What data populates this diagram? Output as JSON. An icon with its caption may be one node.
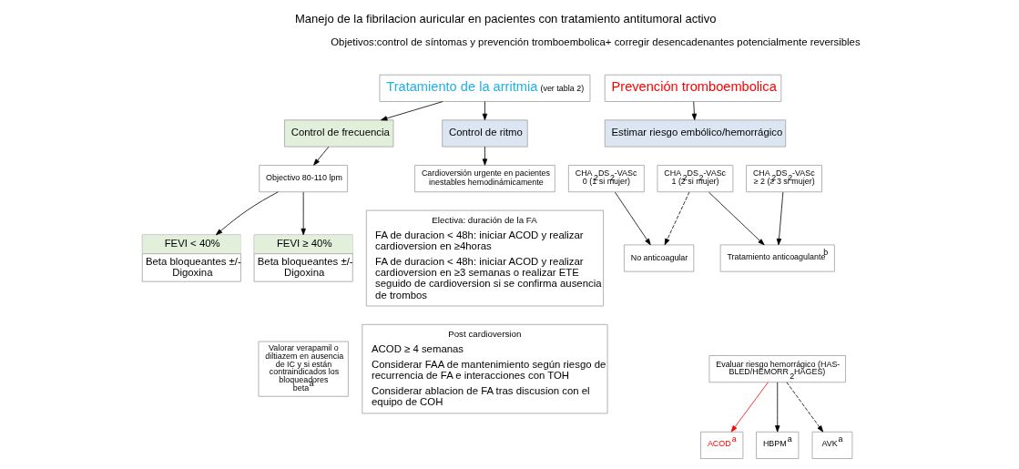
{
  "diagram": {
    "title": "Manejo de la fibrilacion auricular en pacientes con tratamiento antitumoral activo",
    "nodes": [
      {
        "text": [
          "Tratamiento de la arritmia",
          "(ver tabla 2)"
        ]
      },
      {
        "text": [
          "Control de frecuencia"
        ]
      },
      {
        "text": [
          "Control de ritmo"
        ]
      },
      {
        "text": [
          "Objectivo 80-110 lpm"
        ]
      },
      {
        "text": [
          "FEVI < 40%",
          "Beta bloqueantes ±/- Digoxina"
        ]
      },
      {
        "text": [
          "FEVI ≥ 40%",
          "Beta bloqueantes ±/- Digoxina"
        ]
      },
      {
        "text": [
          "Valorar verapamil o diltiazem en ausencia de IC y si están contraindicados los bloqueadores beta$^{a}$"
        ]
      },
      {
        "text": [
          "Cardioversión urgente en pacientes inestables hemodinámicamente"
        ]
      },
      {
        "text": [
          "Electiva: duración de la FA",
          "FA de duracion < 48h: iniciar ACOD y realizar cardioversion en ≥4horas",
          "FA de duracion < 48h: iniciar ACOD y realizar cardioversion en ≥3 semanas o realizar ETE seguido de cardioversion si se confirma ausencia de trombos"
        ]
      },
      {
        "text": [
          "Post cardioversion",
          "ACOD ≥ 4 semanas",
          "Considerar FAA de mantenimiento según riesgo de recurrencia de FA e interacciones con TOH",
          "Considerar ablacion de FA tras discusion con el equipo de COH"
        ]
      },
      {
        "text": [
          "Prevención tromboembolica"
        ]
      },
      {
        "text": [
          "Estimar riesgo embólico/hemorrágico"
        ]
      },
      {
        "text": [
          "CHA$_{2}$DS$_{2}$-VASc 0 (1 si mujer)"
        ]
      },
      {
        "text": [
          "CHA$_{2}$DS$_{2}$-VASc 1 (2 si mujer)"
        ]
      },
      {
        "text": [
          "CHA$_{2}$DS$_{2}$-VASc ≥ 2 (≥ 3 si mujer)"
        ]
      },
      {
        "text": [
          "No anticoagular"
        ]
      },
      {
        "text": [
          "Tratamiento anticoagulante$^{b}$"
        ]
      },
      {
        "text": [
          "Evaluar riesgo hemorrágico (HAS-BLED/HEMORR$_{2}$HAGES)"
        ]
      },
      {
        "text": [
          "ACOD$^{a}$"
        ]
      },
      {
        "text": [
          "HBPM$^{a}$"
        ]
      },
      {
        "text": [
          "AVK$^{a}$"
        ]
      }
    ],
    "edges": [
      {
        "from": 0,
        "to": 1,
        "arrow": "to"
      },
      {
        "from": 0,
        "to": 2,
        "arrow": "to"
      },
      {
        "from": 1,
        "to": 3,
        "arrow": "to"
      },
      {
        "from": 2,
        "to": 7,
        "arrow": "to"
      },
      {
        "from": 3,
        "to": 4,
        "arrow": "to"
      },
      {
        "from": 3,
        "to": 5,
        "arrow": "to"
      },
      {
        "from": 10,
        "to": 11,
        "arrow": "to"
      },
      {
        "from": 12,
        "to": 15,
        "arrow": "to"
      },
      {
        "from": 13,
        "to": 15,
        "arrow": "to",
        "style": "dashed"
      },
      {
        "from": 13,
        "to": 16,
        "arrow": "to"
      },
      {
        "from": 14,
        "to": 16,
        "arrow": "to"
      },
      {
        "from": 17,
        "to": 18,
        "arrow": "to",
        "color": "#ff0000"
      },
      {
        "from": 17,
        "to": 19,
        "arrow": "to"
      },
      {
        "from": 17,
        "to": 20,
        "arrow": "to",
        "style": "dashed"
      }
    ],
    "labels": [
      "Objetivos:control de síntomas y prevención tromboembolica+ corregir desencadenantes potencialmente reversibles"
    ]
  }
}
